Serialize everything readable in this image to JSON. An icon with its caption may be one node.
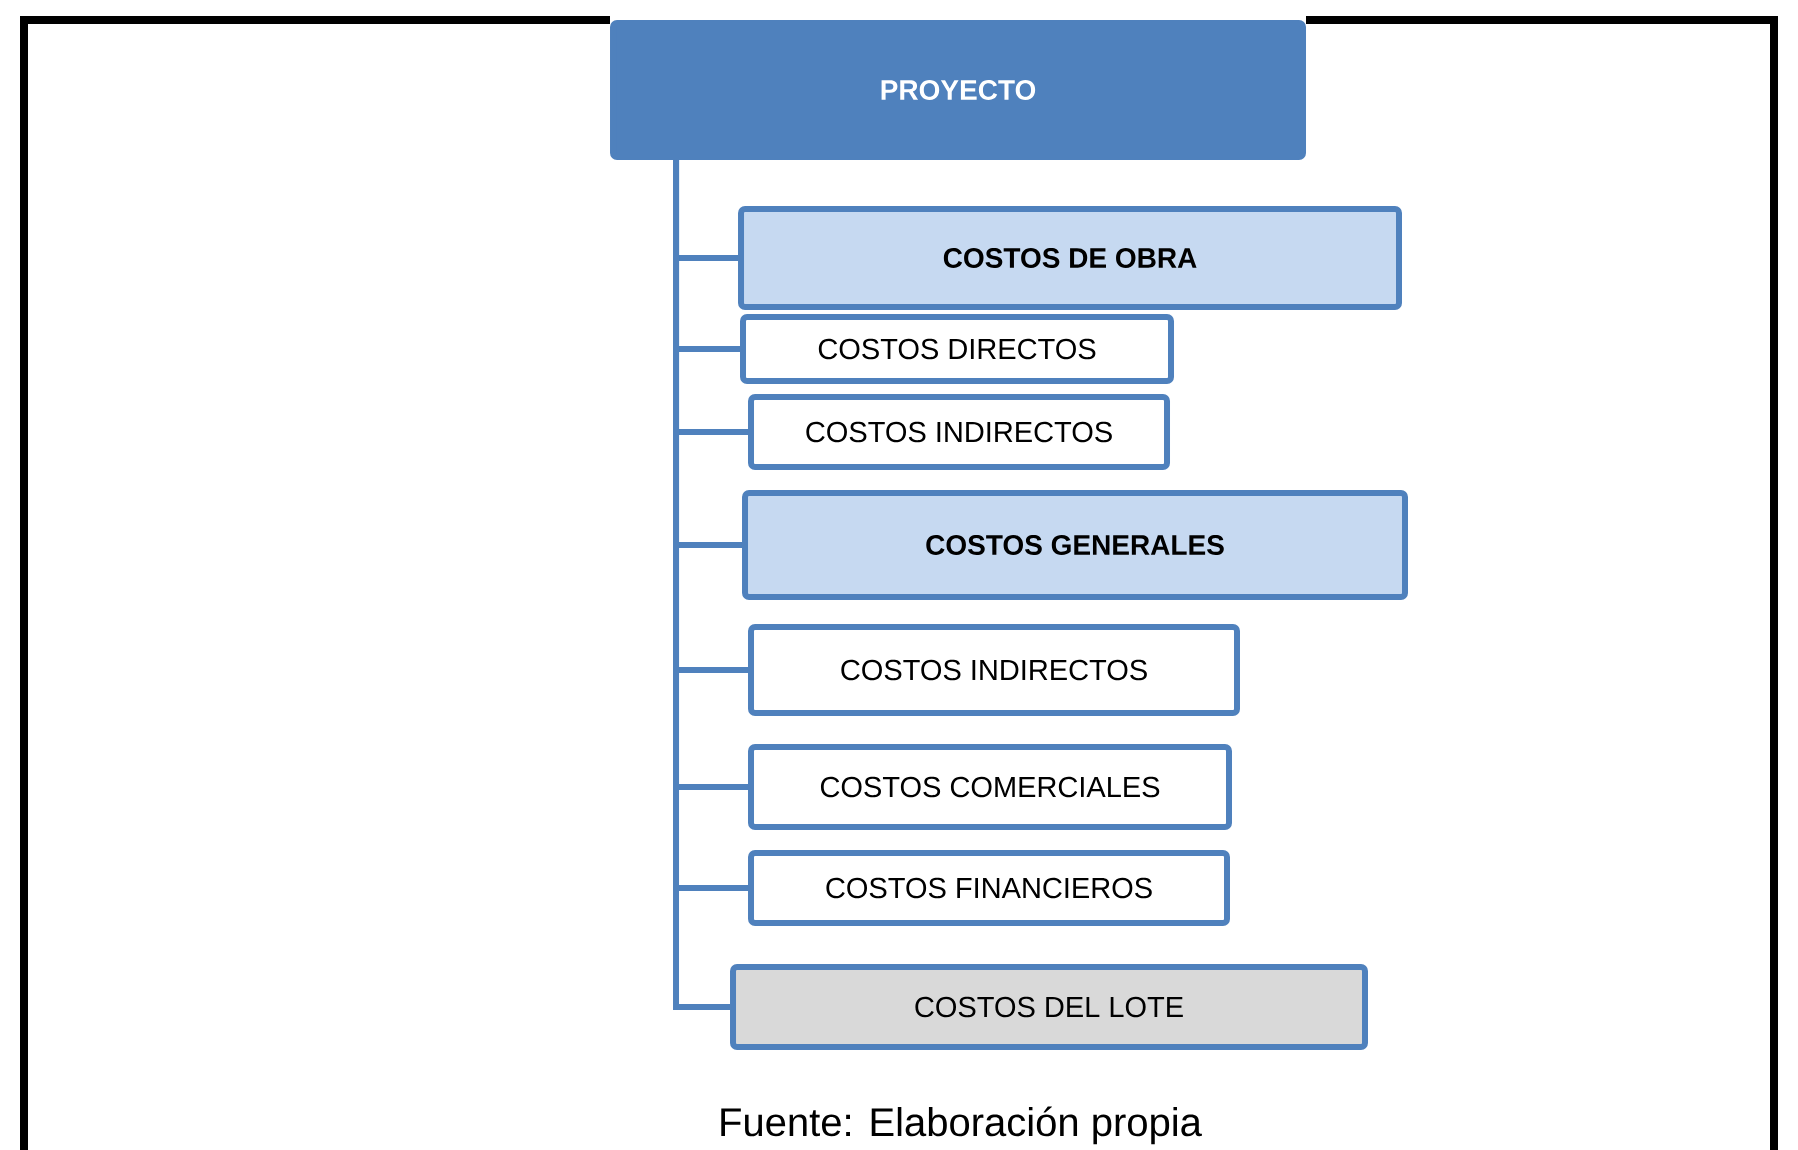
{
  "diagram": {
    "caption": "Fuente: Elaboración propia",
    "nodes": [
      {
        "text": [
          "PROYECTO"
        ]
      },
      {
        "text": [
          "COSTOS DE OBRA"
        ]
      },
      {
        "text": [
          "COSTOS DIRECTOS"
        ]
      },
      {
        "text": [
          "COSTOS INDIRECTOS"
        ]
      },
      {
        "text": [
          "COSTOS GENERALES"
        ]
      },
      {
        "text": [
          "COSTOS INDIRECTOS"
        ]
      },
      {
        "text": [
          "COSTOS COMERCIALES"
        ]
      },
      {
        "text": [
          "COSTOS FINANCIEROS"
        ]
      },
      {
        "text": [
          "COSTOS DEL LOTE"
        ]
      }
    ],
    "edges": [
      {
        "from": 0,
        "to": 1,
        "arrow": "none"
      },
      {
        "from": 0,
        "to": 2,
        "arrow": "none"
      },
      {
        "from": 0,
        "to": 3,
        "arrow": "none"
      },
      {
        "from": 0,
        "to": 4,
        "arrow": "none"
      },
      {
        "from": 0,
        "to": 5,
        "arrow": "none"
      },
      {
        "from": 0,
        "to": 6,
        "arrow": "none"
      },
      {
        "from": 0,
        "to": 7,
        "arrow": "none"
      },
      {
        "from": 0,
        "to": 8,
        "arrow": "none"
      }
    ]
  }
}
